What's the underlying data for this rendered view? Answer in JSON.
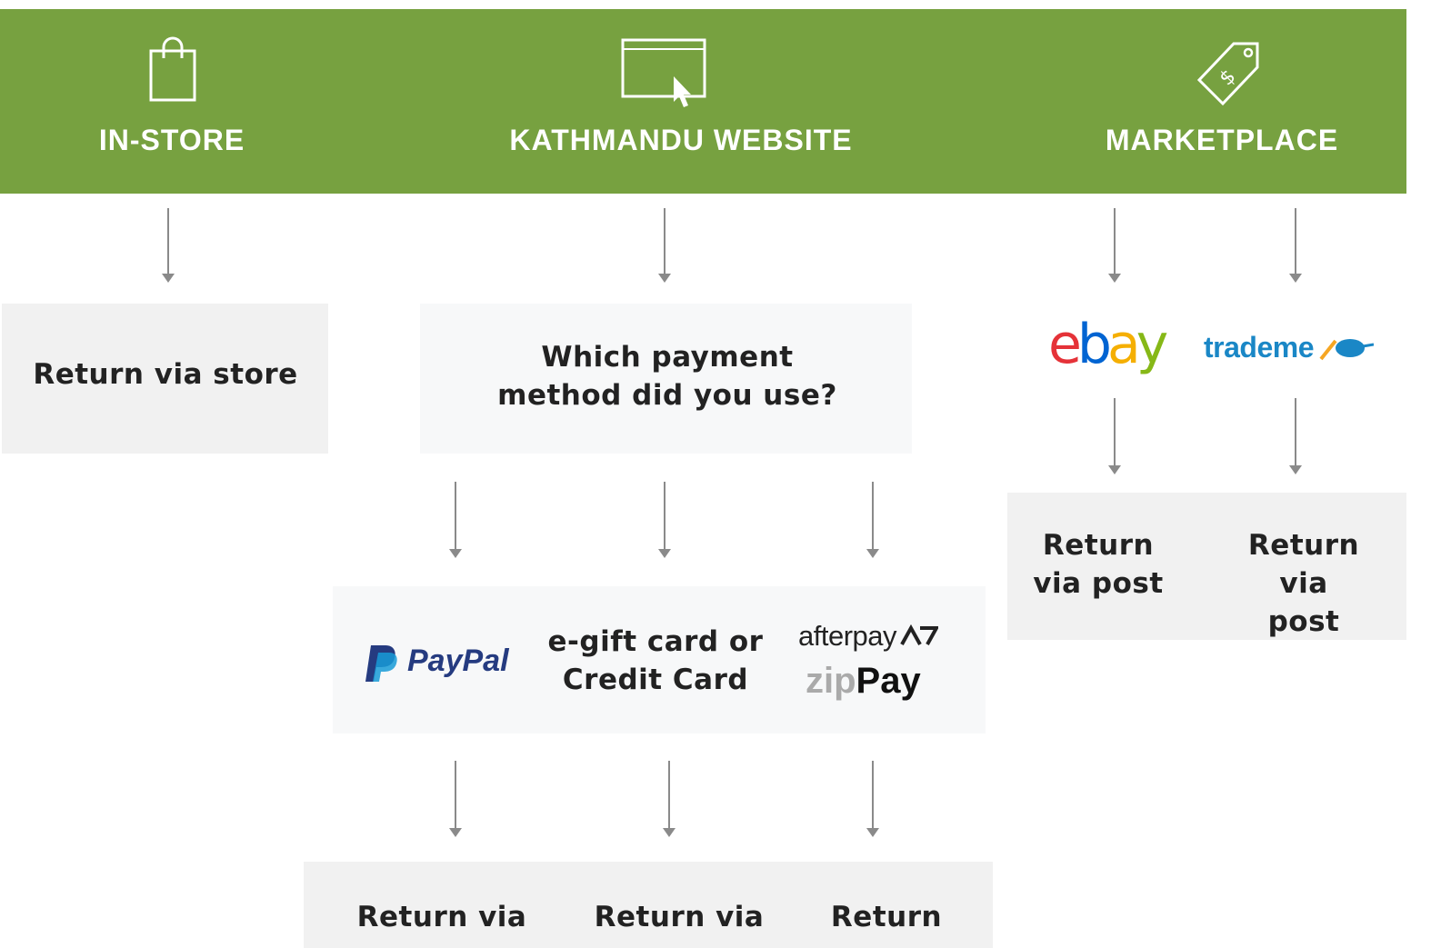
{
  "header": {
    "bg_color": "#77a140",
    "columns": [
      {
        "label": "IN-STORE",
        "icon": "shopping-bag-icon"
      },
      {
        "label": "KATHMANDU WEBSITE",
        "icon": "browser-window-cursor-icon"
      },
      {
        "label": "MARKETPLACE",
        "icon": "price-tag-icon"
      }
    ]
  },
  "instore": {
    "return_text": "Return via store"
  },
  "website": {
    "question": "Which payment\nmethod did you use?",
    "methods": {
      "paypal": "PayPal",
      "card": "e-gift card or\nCredit Card",
      "afterpay": "afterpay",
      "zip_a": "zip",
      "zip_b": "Pay"
    },
    "returns": [
      "Return via",
      "Return via",
      "Return"
    ]
  },
  "marketplace": {
    "ebay": {
      "e": "e",
      "b": "b",
      "a": "a",
      "y": "y"
    },
    "trademe": "trademe",
    "returns": [
      "Return\nvia post",
      "Return\nvia post"
    ]
  },
  "colors": {
    "box": "#f1f1f1",
    "arrow": "#8a8a8a",
    "paypal_dark": "#253b80",
    "paypal_light": "#179bd7",
    "trademe": "#1a87c6",
    "trademe_accent": "#f6a623"
  }
}
